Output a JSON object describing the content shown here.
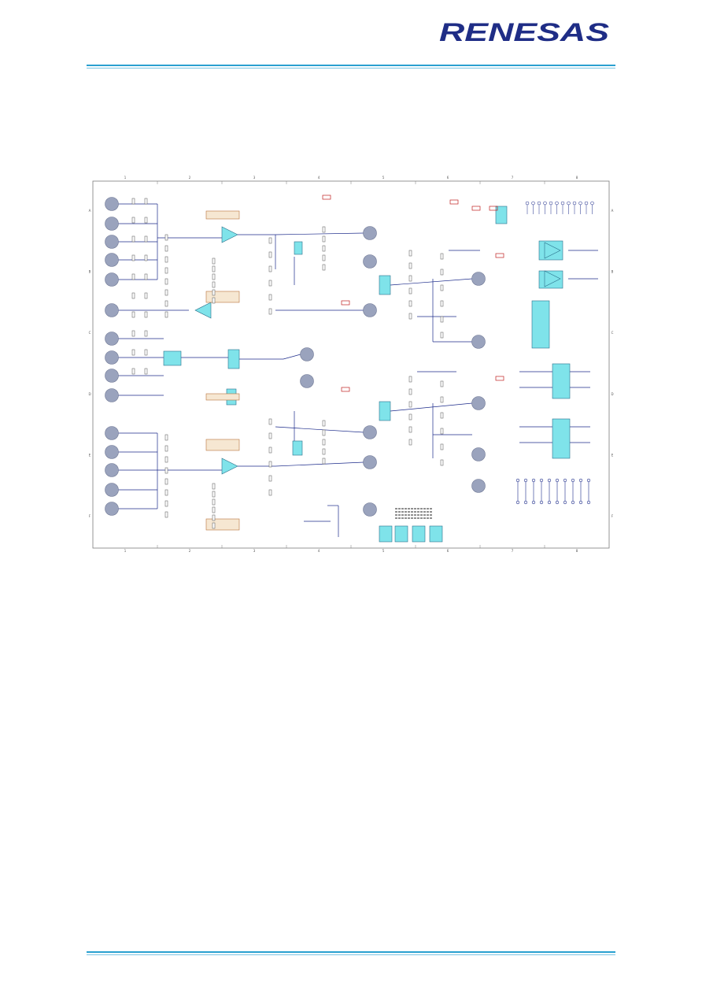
{
  "header": {
    "logo_text": "RENESAS",
    "brand_color": "#1f2d86",
    "rule_color": "#2aa0d0"
  },
  "schematic": {
    "zone_numbers": [
      "1",
      "2",
      "3",
      "4",
      "5",
      "6",
      "7",
      "8"
    ],
    "zone_letters": [
      "A",
      "B",
      "C",
      "D",
      "E",
      "F"
    ],
    "colors": {
      "border": "#7a7a7a",
      "wire": "#1b2a8a",
      "connector": "#9aa3bd",
      "ic_fill": "#7fe3ea",
      "label_fill": "#f6e7d2",
      "label_stroke": "#b8733a",
      "power_red": "#c02020"
    }
  }
}
